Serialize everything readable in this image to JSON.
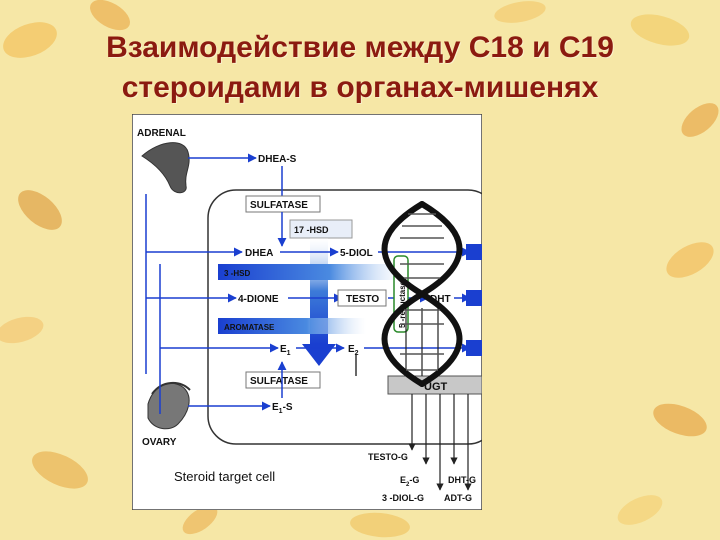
{
  "title": {
    "line1": "Взаимодействие между С18 и С19",
    "line2": "стероидами в органах-мишенях"
  },
  "colors": {
    "title": "#8b1a10",
    "arrow_blue": "#1a3fd0",
    "dna": "#111111"
  },
  "diagram": {
    "organs": {
      "adrenal": "ADRENAL",
      "ovary": "OVARY"
    },
    "nodes": {
      "dheas": "DHEA-S",
      "sulfatase_top": "SULFATASE",
      "hsd17": "17  -HSD",
      "dhea": "DHEA",
      "diol5": "5-DIOL",
      "hsd3": "3  -HSD",
      "dione": "4-DIONE",
      "testo": "TESTO",
      "dht": "DHT",
      "reductase": "5  -reductase",
      "aromatase": "AROMATASE",
      "e1": "E",
      "e1_sub": "1",
      "e2": "E",
      "e2_sub": "2",
      "sulfatase_bottom": "SULFATASE",
      "e1s": "E",
      "e1s_sub": "1",
      "e1s_suffix": "-S",
      "ugt": "UGT"
    },
    "outputs": {
      "testo_g": "TESTO-G",
      "e2g": "E",
      "e2g_sub": "2",
      "e2g_suffix": "-G",
      "dht_g": "DHT-G",
      "diol_g": "3  -DIOL-G",
      "adt_g": "ADT-G"
    },
    "cell_caption": "Steroid target cell"
  }
}
